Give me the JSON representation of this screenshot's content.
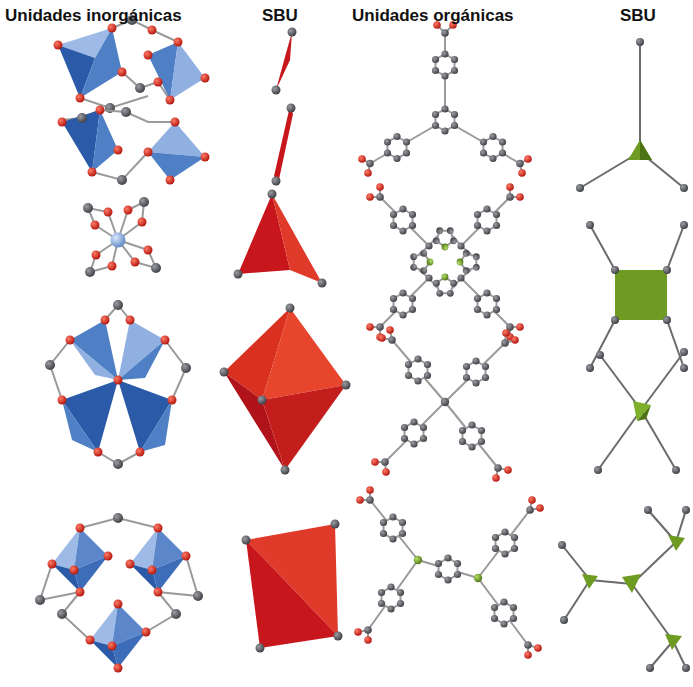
{
  "diagram": {
    "labels": [
      "Unidades inorgánicas",
      "SBU",
      "Unidades orgánicas",
      "SBU"
    ]
  }
}
